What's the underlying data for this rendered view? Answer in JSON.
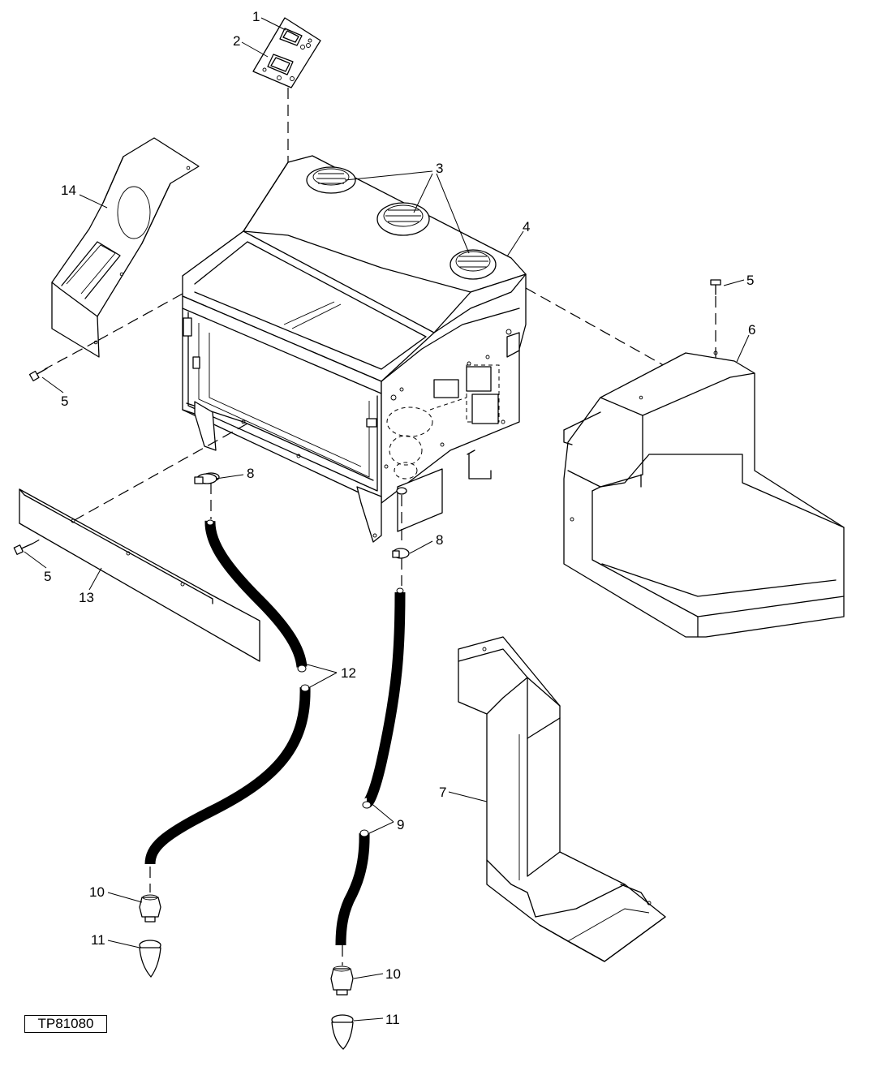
{
  "drawing_id": "TP81080",
  "callouts": {
    "c1": "1",
    "c2": "2",
    "c3": "3",
    "c4": "4",
    "c5a": "5",
    "c5b": "5",
    "c5c": "5",
    "c6": "6",
    "c7": "7",
    "c8a": "8",
    "c8b": "8",
    "c9": "9",
    "c10a": "10",
    "c10b": "10",
    "c11a": "11",
    "c11b": "11",
    "c12": "12",
    "c13": "13",
    "c14": "14"
  }
}
